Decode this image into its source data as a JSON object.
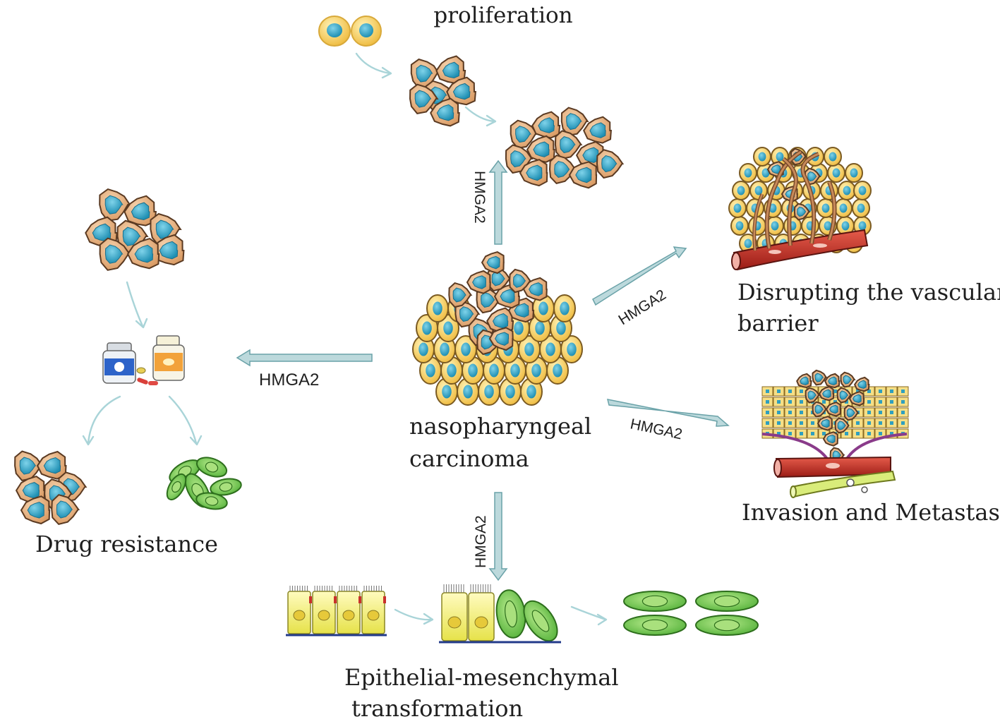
{
  "labels": {
    "center": [
      "nasopharyngeal",
      "carcinoma"
    ],
    "proliferation": "proliferation",
    "vascular": [
      "Disrupting the vascular",
      "barrier"
    ],
    "invasion": "Invasion and Metastasis",
    "emt": [
      "Epithelial-mesenchymal",
      "transformation"
    ],
    "drug": "Drug resistance"
  },
  "arrows": {
    "up": "HMGA2",
    "left": "HMGA2",
    "upper_right": "HMGA2",
    "lower_right": "HMGA2",
    "down": "HMGA2"
  },
  "colors": {
    "cell_body": "#e8b98c",
    "cell_outline": "#5a3a22",
    "nucleus": "#2f9fbf",
    "yellow_cell": "#f2cf6b",
    "arrow": "#bcd9dc",
    "vessel": "#c9302c",
    "mesenchymal": "#7fcf5a"
  }
}
